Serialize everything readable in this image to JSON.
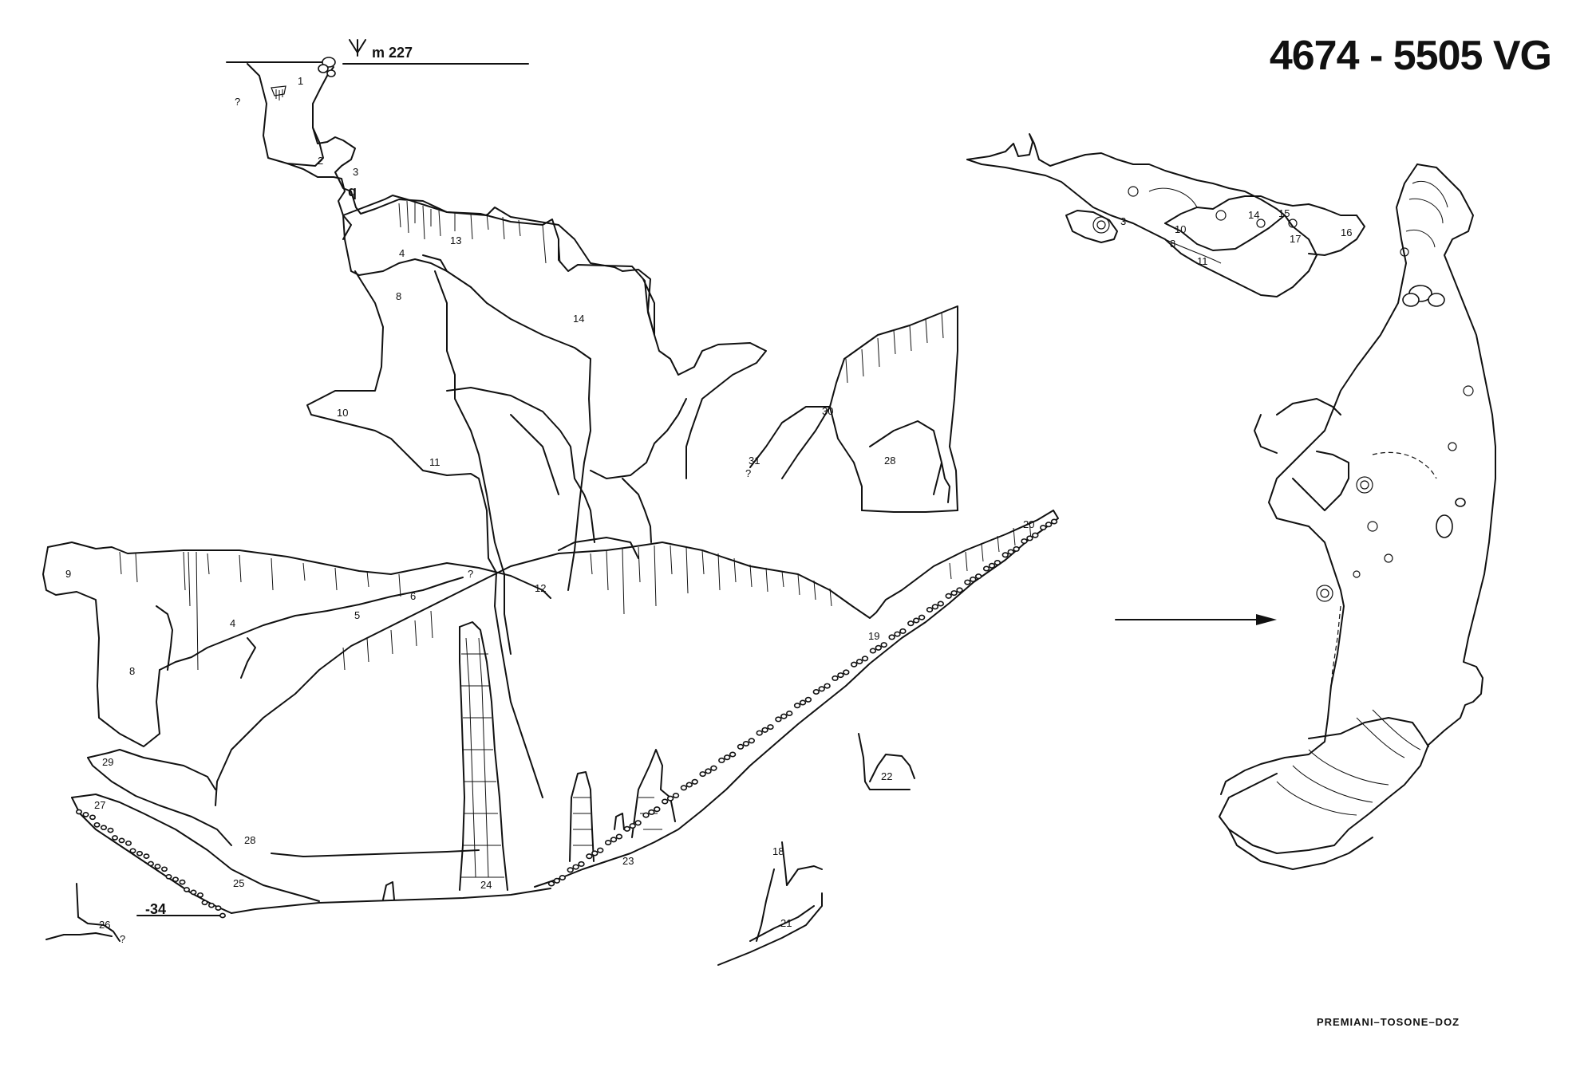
{
  "title": "4674 - 5505 VG",
  "credits": "PREMIANI–TOSONE–DOZ",
  "entrance_depth": "m 227",
  "bottom_depth": "-34",
  "symbol_q": "q",
  "unknown_marker": "?",
  "section_labels": [
    "1",
    "2",
    "3",
    "4",
    "8",
    "13",
    "14",
    "10",
    "11",
    "12",
    "9",
    "4",
    "5",
    "6",
    "8",
    "29",
    "27",
    "28",
    "25",
    "24",
    "23",
    "26",
    "19",
    "20",
    "30",
    "28",
    "31",
    "22",
    "18",
    "21"
  ],
  "plan_labels": [
    "3",
    "8",
    "10",
    "11",
    "14",
    "15",
    "17",
    "16"
  ],
  "arrow": "right-arrow"
}
